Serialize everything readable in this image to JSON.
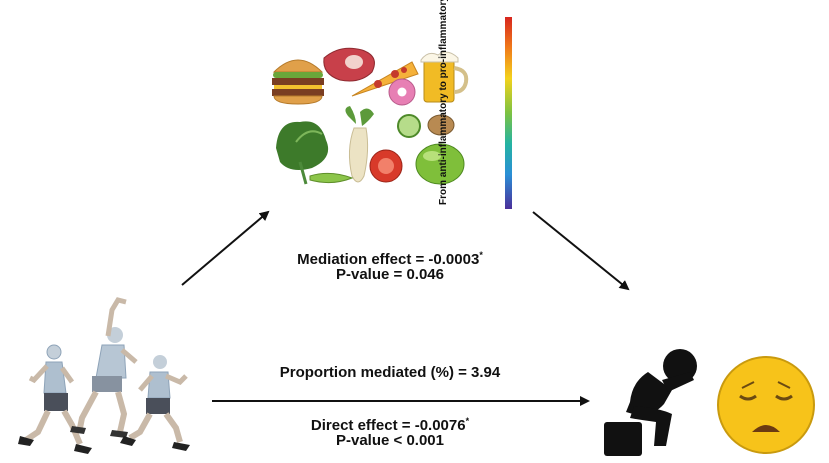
{
  "mediation": {
    "effect_label": "Mediation effect = -0.0003",
    "effect_sup": "*",
    "pvalue_label": "P-value = 0.046"
  },
  "proportion": {
    "label": "Proportion mediated (%) = 3.94"
  },
  "direct": {
    "effect_label": "Direct effect = -0.0076",
    "effect_sup": "*",
    "pvalue_label": "P-value < 0.001"
  },
  "diet_scale": {
    "label": "From anti-inflammatory to pro-inflammatory diet",
    "colors": [
      "#d7261e",
      "#f07a1a",
      "#f3d21c",
      "#7cc242",
      "#24b3a2",
      "#2a8fd6",
      "#4b2f9a"
    ]
  },
  "icons": {
    "exposure": "runners-icon",
    "mediator": "food-collage-icon",
    "outcome_person": "depressed-person-icon",
    "outcome_face": "sad-face-icon"
  },
  "colors": {
    "emoji_yellow": "#f7c31a",
    "silhouette": "#111111",
    "arrow": "#111111"
  }
}
